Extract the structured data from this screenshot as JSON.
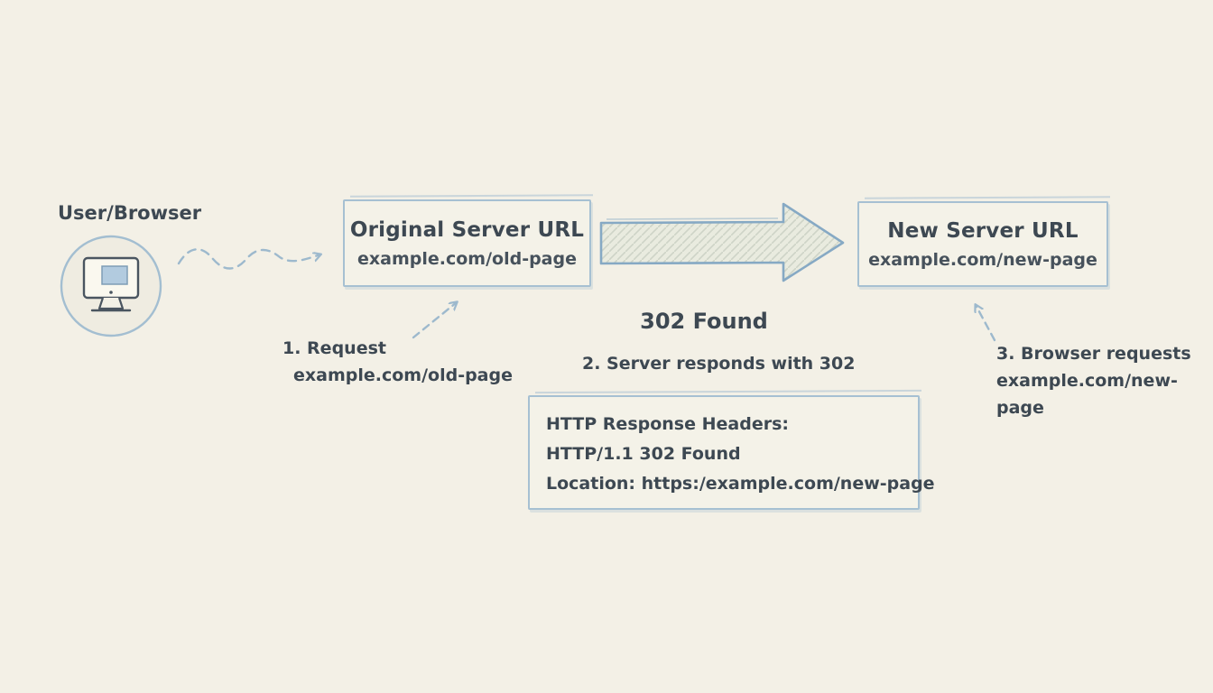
{
  "diagram": {
    "user_label": "User/Browser",
    "original_box": {
      "title": "Original Server URL",
      "subtitle": "example.com/old-page"
    },
    "new_box": {
      "title": "New Server URL",
      "subtitle": "example.com/new-page"
    },
    "big_arrow_label": "302 Found",
    "step1": {
      "line1": "1. Request",
      "line2": "example.com/old-page"
    },
    "step2": "2. Server responds with 302",
    "step3": {
      "line1": "3. Browser requests",
      "line2": "example.com/new-page"
    },
    "response_box": {
      "line1": "HTTP Response Headers:",
      "line2": "HTTP/1.1 302 Found",
      "line3": "Location: https:/example.com/new-page"
    },
    "colors": {
      "background": "#f3f0e6",
      "text": "#3d4852",
      "box_border": "#a6c0d2",
      "arrow_stroke": "#86a9c4",
      "arrow_fill": "#e9ebdf",
      "dashed_arrow": "#9db9cd"
    }
  }
}
